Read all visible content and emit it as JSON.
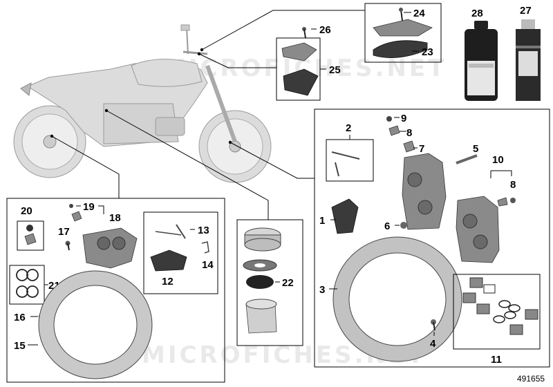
{
  "diagram": {
    "doc_id": "491655",
    "watermark": "MICROFICHES.NET",
    "labels": {
      "n1": "1",
      "n2": "2",
      "n3": "3",
      "n4": "4",
      "n5": "5",
      "n6": "6",
      "n7": "7",
      "n8a": "8",
      "n8b": "8",
      "n9": "9",
      "n10": "10",
      "n11": "11",
      "n12": "12",
      "n13": "13",
      "n14": "14",
      "n15": "15",
      "n16": "16",
      "n17": "17",
      "n18": "18",
      "n19": "19",
      "n20": "20",
      "n21": "21",
      "n22": "22",
      "n23": "23",
      "n24": "24",
      "n25": "25",
      "n26": "26",
      "n27": "27",
      "n28": "28"
    }
  }
}
